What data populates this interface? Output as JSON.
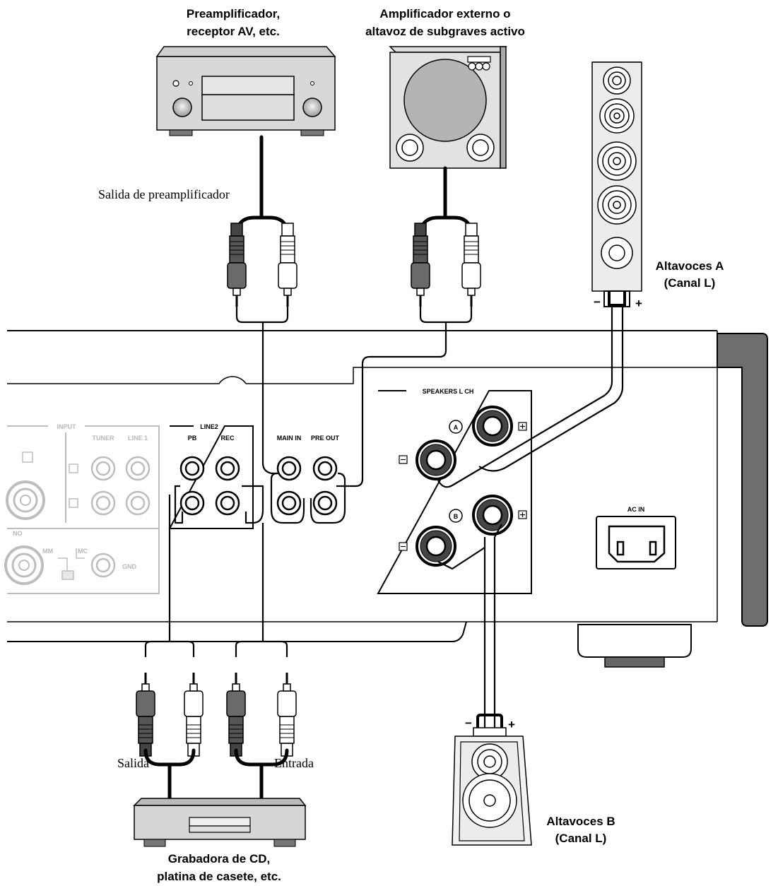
{
  "devices": {
    "preamp": {
      "line1": "Preamplificador,",
      "line2": "receptor AV, etc."
    },
    "subwoofer": {
      "line1": "Amplificador externo o",
      "line2": "altavoz de subgraves activo"
    },
    "speakers_a": {
      "line1": "Altavoces A",
      "line2": "(Canal L)",
      "minus": "−",
      "plus": "+"
    },
    "speakers_b": {
      "line1": "Altavoces B",
      "line2": "(Canal L)",
      "minus": "−",
      "plus": "+"
    },
    "recorder": {
      "line1": "Grabadora de CD,",
      "line2": "platina de casete, etc."
    }
  },
  "cable_labels": {
    "preamp_out": "Salida de preamplificador",
    "rec_out": "Salida",
    "rec_in": "Entrada"
  },
  "panel": {
    "input_header": "INPUT",
    "tuner": "TUNER",
    "line1": "LINE 1",
    "phono_fragment": "NO",
    "mm": "MM",
    "mc": "MC",
    "gnd": "GND",
    "line2_header": "LINE2",
    "pb": "PB",
    "rec": "REC",
    "main_in": "MAIN IN",
    "pre_out": "PRE OUT",
    "speakers_header": "SPEAKERS L CH",
    "speaker_a_mark": "A",
    "speaker_b_mark": "B",
    "ac_in": "AC IN"
  }
}
